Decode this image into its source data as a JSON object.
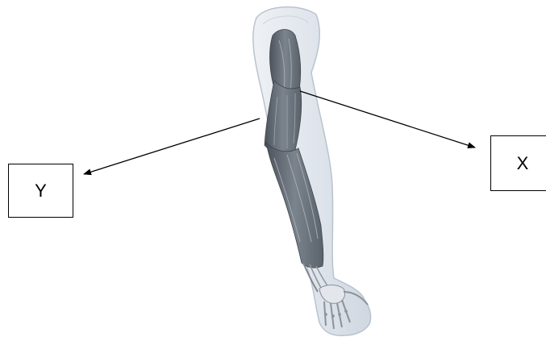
{
  "labels": {
    "x": "X",
    "y": "Y"
  },
  "colors": {
    "background": "#ffffff",
    "skin_outline": "#c7d0db",
    "skin_fill": "#e4e9ef",
    "muscle_dark": "#5e6670",
    "muscle_mid": "#858d97",
    "bone": "#e6e9ec",
    "arrow": "#000000"
  },
  "figure": {
    "subject": "arm-muscles-illustration",
    "pointers": [
      "arrow-to-x",
      "arrow-to-y"
    ]
  }
}
